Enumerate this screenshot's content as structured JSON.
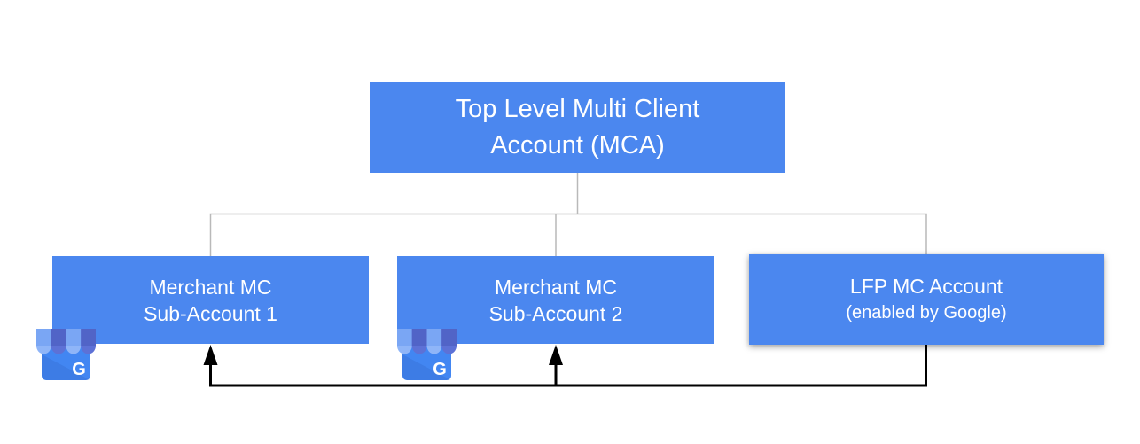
{
  "diagram": {
    "type": "account-hierarchy",
    "nodes": {
      "root": {
        "line1": "Top Level Multi Client",
        "line2": "Account (MCA)"
      },
      "sub1": {
        "line1": "Merchant MC",
        "line2": "Sub-Account 1"
      },
      "sub2": {
        "line1": "Merchant MC",
        "line2": "Sub-Account 2"
      },
      "lfp": {
        "line1": "LFP MC Account",
        "line2": "(enabled by Google)"
      }
    },
    "edges": {
      "hierarchy": [
        [
          "root",
          "sub1"
        ],
        [
          "root",
          "sub2"
        ],
        [
          "root",
          "lfp"
        ]
      ],
      "arrows": [
        [
          "lfp",
          "sub1"
        ],
        [
          "lfp",
          "sub2"
        ]
      ]
    },
    "icons": {
      "google_business_letter": "G"
    },
    "colors": {
      "node_fill": "#4b87ef",
      "node_text": "#ffffff",
      "hierarchy_line": "#b9b9b9",
      "arrow_line": "#000000",
      "icon_body": "#4286f2",
      "icon_awning_light": "#7aa6f4",
      "icon_awning_light_scallop": "#8fb5f8",
      "icon_awning_dark": "#5164c7",
      "icon_awning_dark_scallop": "#5d71d6"
    }
  }
}
